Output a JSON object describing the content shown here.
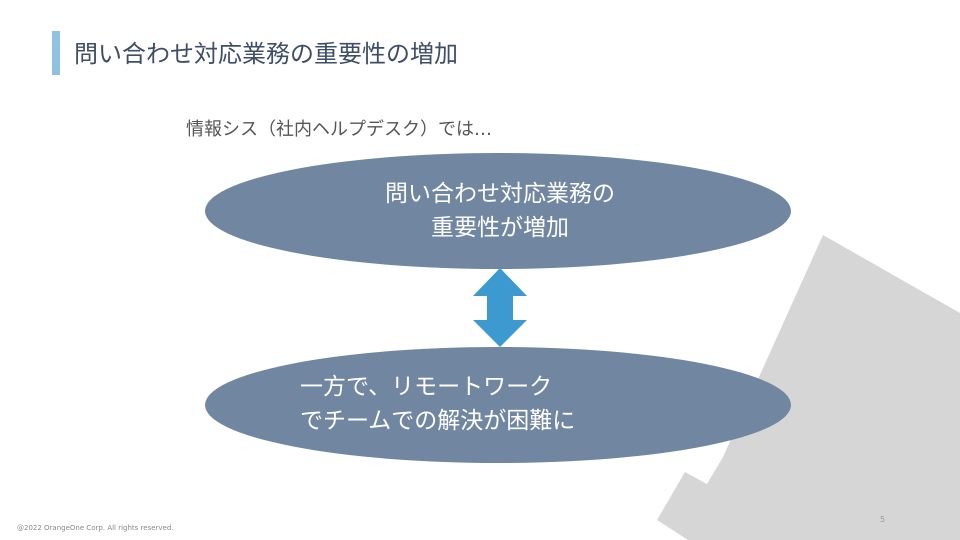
{
  "slide": {
    "title": "問い合わせ対応業務の重要性の増加",
    "subtitle": "情報シス（社内ヘルプデスク）では…",
    "top_ellipse": {
      "line1": "問い合わせ対応業務の",
      "line2": "重要性が増加"
    },
    "bottom_ellipse": {
      "line1": "一方で、リモートワーク",
      "line2": "でチームでの解決が困難に"
    },
    "footer": "@2022 OrangeOne Corp. All rights reserved.",
    "page_number": "5"
  },
  "colors": {
    "accent_bar": "#8fc1e3",
    "ellipse": "#7186a0",
    "arrow": "#3d9ad1",
    "decor": "#d6d6d6"
  }
}
